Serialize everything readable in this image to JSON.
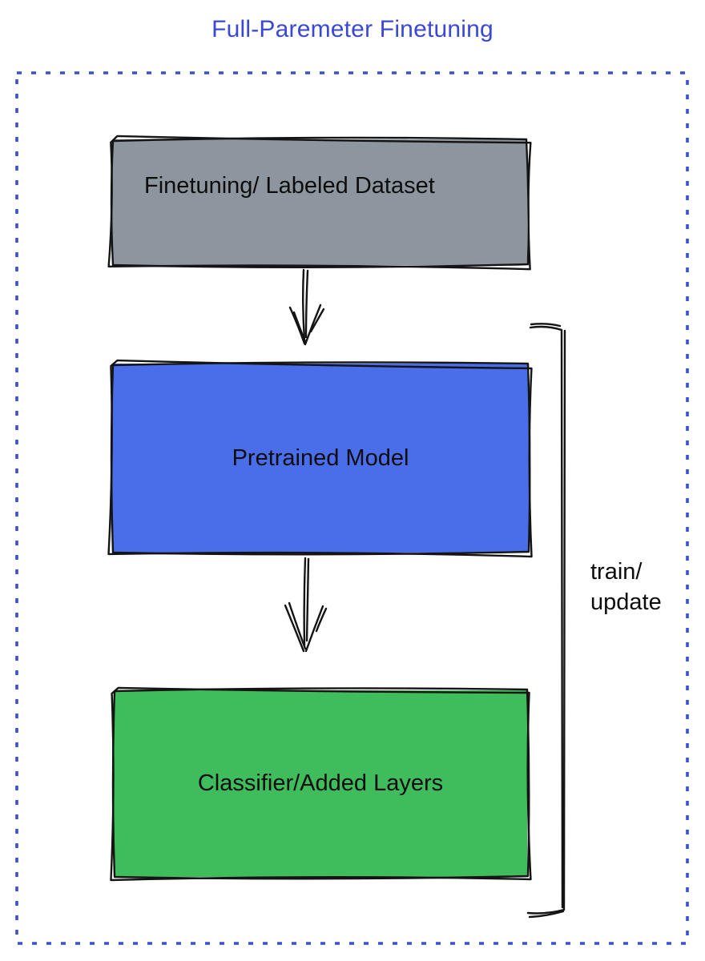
{
  "title": "Full-Paremeter Finetuning",
  "nodes": [
    {
      "id": "finetuning-dataset",
      "label": "Finetuning/ Labeled Dataset"
    },
    {
      "id": "pretrained-model",
      "label": "Pretrained Model"
    },
    {
      "id": "classifier-added-layers",
      "label": "Classifier/Added Layers"
    }
  ],
  "edges": [
    {
      "from": "finetuning-dataset",
      "to": "pretrained-model",
      "style": "arrow-down"
    },
    {
      "from": "pretrained-model",
      "to": "classifier-added-layers",
      "style": "arrow-down"
    },
    {
      "id": "train-update-bracket",
      "label": "train/\nupdate",
      "style": "right-bracket"
    }
  ],
  "edge_label": "train/\nupdate",
  "colors": {
    "title_text": "#3a48d4",
    "frame_border": "#3a4fd4",
    "node_dataset_fill": "#8d969f",
    "node_pretrained_fill": "#4a6eea",
    "node_classifier_fill": "#3fbc5b",
    "sketch_stroke": "#141414",
    "label_text": "#0d0d0d"
  }
}
